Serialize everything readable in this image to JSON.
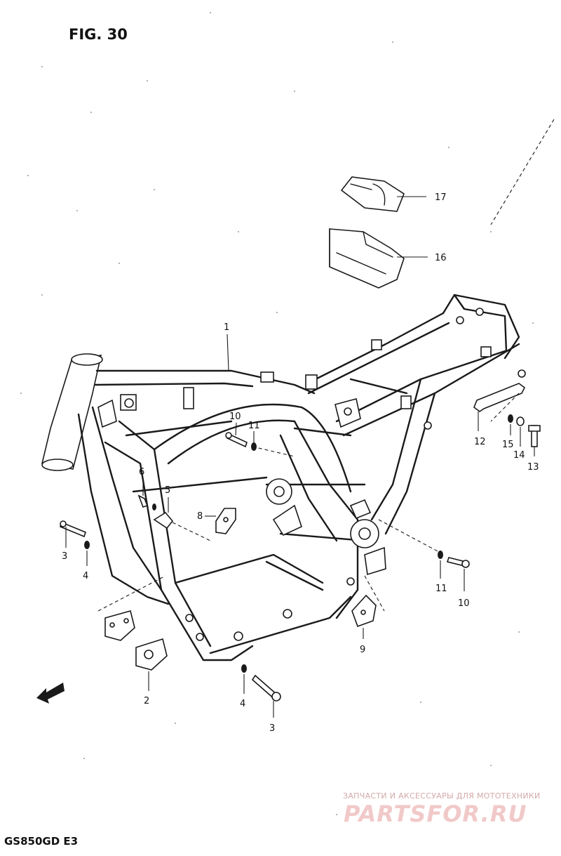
{
  "title": "FIG. 30",
  "model": "GS850GD E3",
  "callouts": {
    "p1": "1",
    "p2": "2",
    "p3a": "3",
    "p3b": "3",
    "p4a": "4",
    "p4b": "4",
    "p5": "5",
    "p6": "6",
    "p8": "8",
    "p9": "9",
    "p10a": "10",
    "p10b": "10",
    "p11a": "11",
    "p11b": "11",
    "p12": "12",
    "p13": "13",
    "p14": "14",
    "p15": "15",
    "p16": "16",
    "p17": "17"
  },
  "watermark": {
    "caption": "ЗАПЧАСТИ И АКСЕССУАРЫ ДЛЯ МОТОТЕХНИКИ",
    "logo": "PARTSFOR.RU",
    "color": "#f1c9c9"
  },
  "icons": {
    "direction": "front-direction-arrow-icon"
  }
}
